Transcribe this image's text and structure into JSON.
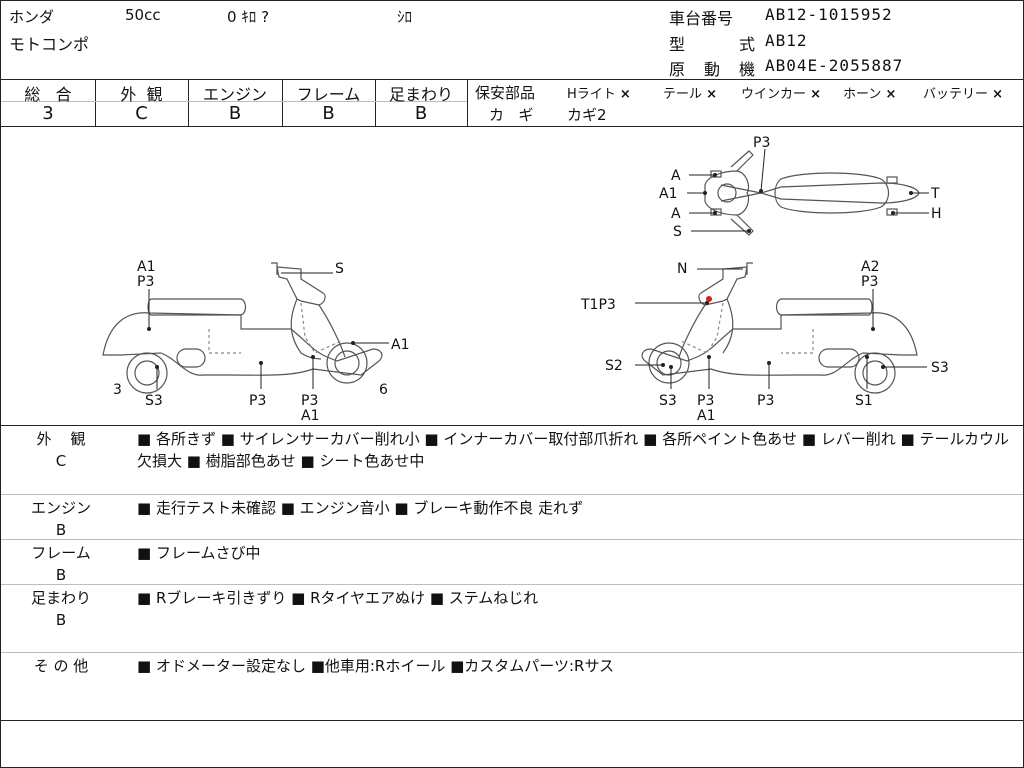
{
  "header": {
    "maker": "ホンダ",
    "cc": "50cc",
    "km": "0 ｷﾛ ?",
    "color": "ｼﾛ",
    "model_name": "モトコンポ",
    "frame_no_label": "車台番号",
    "frame_no": "AB12-1015952",
    "type_label_a": "型",
    "type_label_b": "式",
    "type": "AB12",
    "engine_label_a": "原",
    "engine_label_b": "動",
    "engine_label_c": "機",
    "engine_no": "AB04E-2055887"
  },
  "grades": {
    "total_label_a": "総",
    "total_label_b": "合",
    "total": "3",
    "exterior_label_a": "外",
    "exterior_label_b": "観",
    "exterior": "C",
    "engine_label": "エンジン",
    "engine": "B",
    "frame_label": "フレーム",
    "frame": "B",
    "suspension_label": "足まわり",
    "suspension": "B"
  },
  "safety": {
    "label": "保安部品",
    "items": [
      {
        "name": "Hライト",
        "mark": "×"
      },
      {
        "name": "テール",
        "mark": "×"
      },
      {
        "name": "ウインカー",
        "mark": "×"
      },
      {
        "name": "ホーン",
        "mark": "×"
      },
      {
        "name": "バッテリー",
        "mark": "×"
      }
    ],
    "key_label_a": "カ",
    "key_label_b": "ギ",
    "key_value": "カギ2"
  },
  "diagram": {
    "left": {
      "labels": [
        "A1",
        "P3",
        "S",
        "A1",
        "3",
        "S3",
        "P3",
        "P3",
        "A1",
        "6"
      ]
    },
    "right": {
      "labels": [
        "N",
        "A2",
        "P3",
        "T1P3",
        "S2",
        "S3",
        "S3",
        "P3",
        "A1",
        "P3",
        "S1"
      ]
    },
    "top": {
      "labels": [
        "P3",
        "A",
        "A1",
        "A",
        "S",
        "T",
        "H"
      ]
    }
  },
  "remarks": [
    {
      "label_a": "外",
      "label_b": "観",
      "grade": "C",
      "text": "■ 各所きず ■ サイレンサーカバー削れ小 ■ インナーカバー取付部爪折れ ■ 各所ペイント色あせ ■ レバー削れ ■ テールカウル欠損大 ■ 樹脂部色あせ ■ シート色あせ中"
    },
    {
      "label": "エンジン",
      "grade": "B",
      "text": "■ 走行テスト未確認 ■ エンジン音小 ■ ブレーキ動作不良 走れず"
    },
    {
      "label": "フレーム",
      "grade": "B",
      "text": "■ フレームさび中"
    },
    {
      "label": "足まわり",
      "grade": "B",
      "text": "■ Rブレーキ引きずり ■ Rタイヤエアぬけ ■ ステムねじれ"
    },
    {
      "label": "そ の 他",
      "grade": "",
      "text": "■ オドメーター設定なし ■他車用:Rホイール ■カスタムパーツ:Rサス"
    }
  ]
}
